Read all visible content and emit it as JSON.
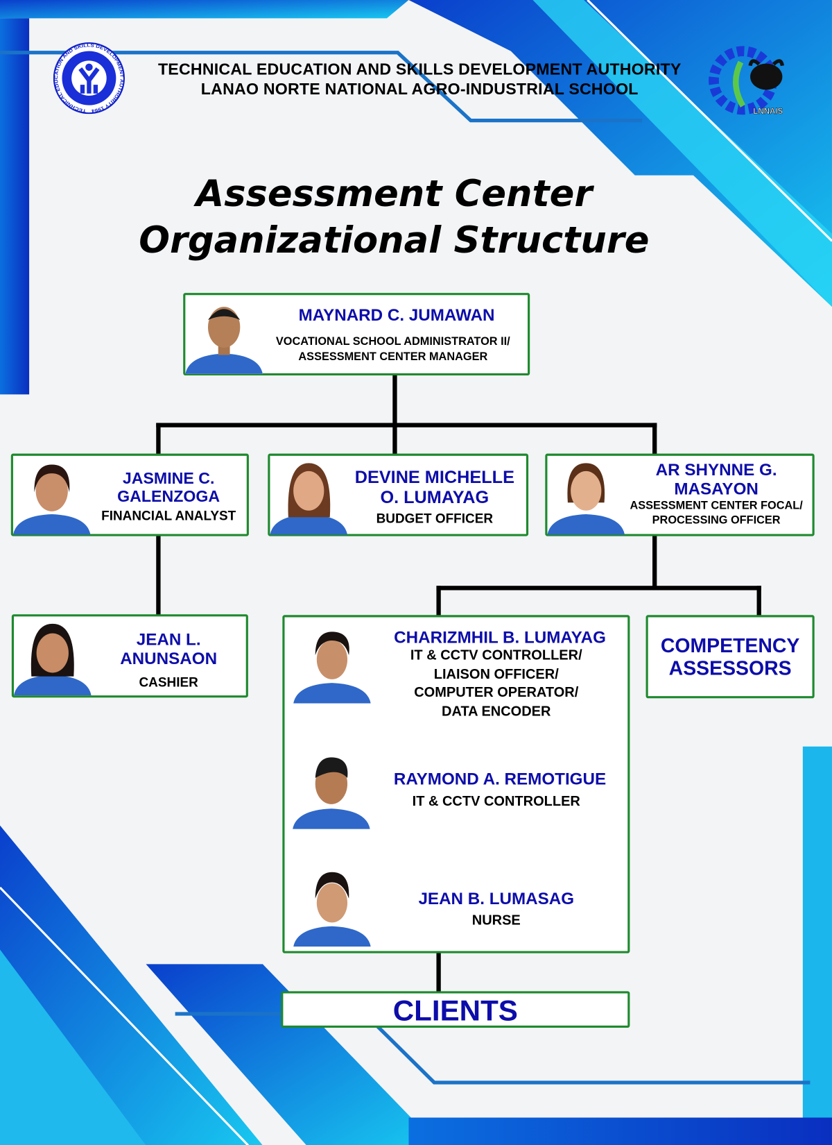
{
  "header": {
    "line1": "TECHNICAL EDUCATION AND SKILLS DEVELOPMENT AUTHORITY",
    "line2": "LANAO NORTE NATIONAL AGRO-INDUSTRIAL SCHOOL",
    "left_logo_text": "TECHNICAL EDUCATION AND SKILLS DEVELOPMENT AUTHORITY 1994",
    "right_logo_text": "LNNAIS"
  },
  "title": {
    "line1": "Assessment Center",
    "line2": "Organizational Structure"
  },
  "manager": {
    "name": "MAYNARD C. JUMAWAN",
    "role_line1": "VOCATIONAL SCHOOL ADMINISTRATOR II/",
    "role_line2": "ASSESSMENT CENTER MANAGER"
  },
  "jasmine": {
    "name_line1": "JASMINE C.",
    "name_line2": "GALENZOGA",
    "role": "FINANCIAL ANALYST"
  },
  "devine": {
    "name_line1": "DEVINE MICHELLE",
    "name_line2": "O. LUMAYAG",
    "role": "BUDGET OFFICER"
  },
  "arshynne": {
    "name_line1": "AR SHYNNE G.",
    "name_line2": "MASAYON",
    "role_line1": "ASSESSMENT CENTER FOCAL/",
    "role_line2": "PROCESSING OFFICER"
  },
  "jean_a": {
    "name_line1": "JEAN L.",
    "name_line2": "ANUNSAON",
    "role": "CASHIER"
  },
  "charizmhil": {
    "name": "CHARIZMHIL B. LUMAYAG",
    "roles": [
      "IT & CCTV CONTROLLER/",
      "LIAISON OFFICER/",
      "COMPUTER OPERATOR/",
      "DATA ENCODER"
    ]
  },
  "raymond": {
    "name": "RAYMOND A. REMOTIGUE",
    "role": "IT & CCTV CONTROLLER"
  },
  "jean_b": {
    "name": "JEAN B. LUMASAG",
    "role": "NURSE"
  },
  "assessors": {
    "line1": "COMPETENCY",
    "line2": "ASSESSORS"
  },
  "clients": {
    "label": "CLIENTS"
  },
  "colors": {
    "name": "#0d0daa",
    "border": "#1e8a2e",
    "accent": "#0a4fd6"
  }
}
